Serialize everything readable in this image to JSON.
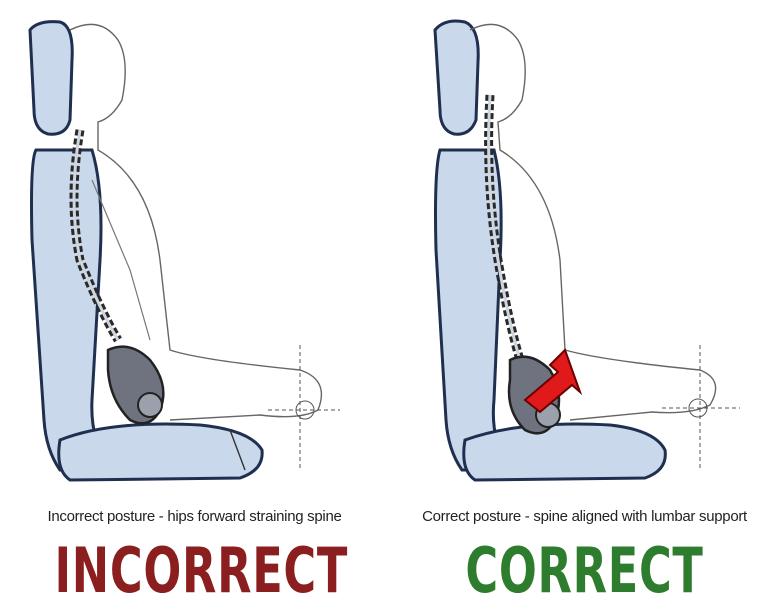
{
  "left_panel": {
    "caption": "Incorrect posture - hips forward straining spine",
    "verdict": "INCORRECT",
    "verdict_color": "#8b1e1e"
  },
  "right_panel": {
    "caption": "Correct posture - spine aligned with lumbar support",
    "verdict": "CORRECT",
    "verdict_color": "#2e7d2e"
  },
  "colors": {
    "seat_fill": "#c9d8ea",
    "seat_line": "#1f2f4f",
    "spine": "#2a2a2a",
    "arrow": "#e01a1a"
  },
  "icons": [
    "seat-illustration",
    "spine-illustration",
    "lumbar-support-arrow-icon"
  ]
}
